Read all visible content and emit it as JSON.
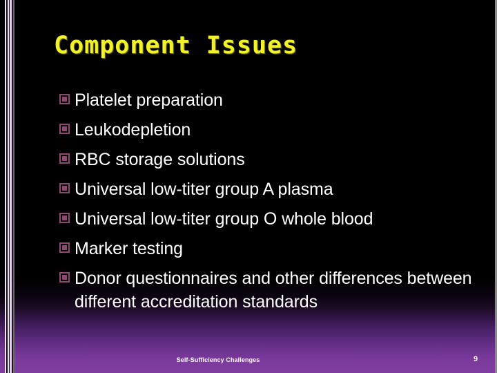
{
  "slide": {
    "title": "Component Issues",
    "title_color": "#f2f22a",
    "background_color": "#000000",
    "accent_purple": "#7f3d9f",
    "bullet_marker_color": "#8e4a72",
    "body_text_color": "#ffffff",
    "bullets": [
      {
        "text": "Platelet preparation"
      },
      {
        "text": "Leukodepletion"
      },
      {
        "text": "RBC storage solutions"
      },
      {
        "text": "Universal low-titer group A plasma"
      },
      {
        "text": "Universal low-titer group O whole blood"
      },
      {
        "text": "Marker testing"
      },
      {
        "text": "Donor questionnaires and other differences between different accreditation standards"
      }
    ],
    "footer": {
      "deck_title": "Self-Sufficiency Challenges",
      "page_number": "9"
    }
  }
}
